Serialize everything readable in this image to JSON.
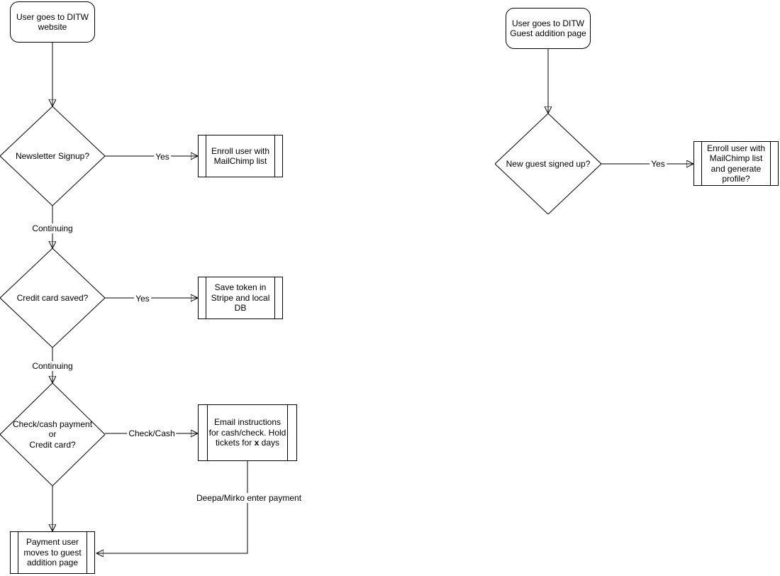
{
  "diagram": {
    "background_color": "#ffffff",
    "stroke_color": "#000000",
    "text_color": "#000000",
    "nodes": {
      "start_left": {
        "type": "rounded-start",
        "label": "User goes to DITW\nwebsite"
      },
      "newsletter_signup": {
        "type": "decision",
        "label": "Newsletter Signup?"
      },
      "enroll_mailchimp": {
        "type": "predefined-process",
        "label": "Enroll user with\nMailChimp list"
      },
      "credit_card_saved": {
        "type": "decision",
        "label": "Credit card saved?"
      },
      "save_token": {
        "type": "predefined-process",
        "label": "Save token in\nStripe and local\nDB"
      },
      "payment_method": {
        "type": "decision",
        "label": "Check/cash payment\nor\nCredit card?"
      },
      "email_instructions": {
        "type": "predefined-process",
        "label_pre": "Email instructions\nfor cash/check. Hold\ntickets for ",
        "label_bold": "x",
        "label_post": " days"
      },
      "payment_user_moves": {
        "type": "predefined-process",
        "label": "Payment user\nmoves to guest\naddition page"
      },
      "start_right": {
        "type": "rounded-start",
        "label": "User goes to DITW\nGuest addition page"
      },
      "new_guest_signed_up": {
        "type": "decision",
        "label": "New guest signed up?"
      },
      "enroll_generate_profile": {
        "type": "predefined-process",
        "label": "Enroll user with\nMailChimp list\nand generate\nprofile?"
      }
    },
    "edge_labels": {
      "yes_newsletter": "Yes",
      "continuing_1": "Continuing",
      "yes_credit_card": "Yes",
      "continuing_2": "Continuing",
      "check_cash": "Check/Cash",
      "deepa_mirko": "Deepa/Mirko enter payment",
      "yes_new_guest": "Yes"
    }
  }
}
